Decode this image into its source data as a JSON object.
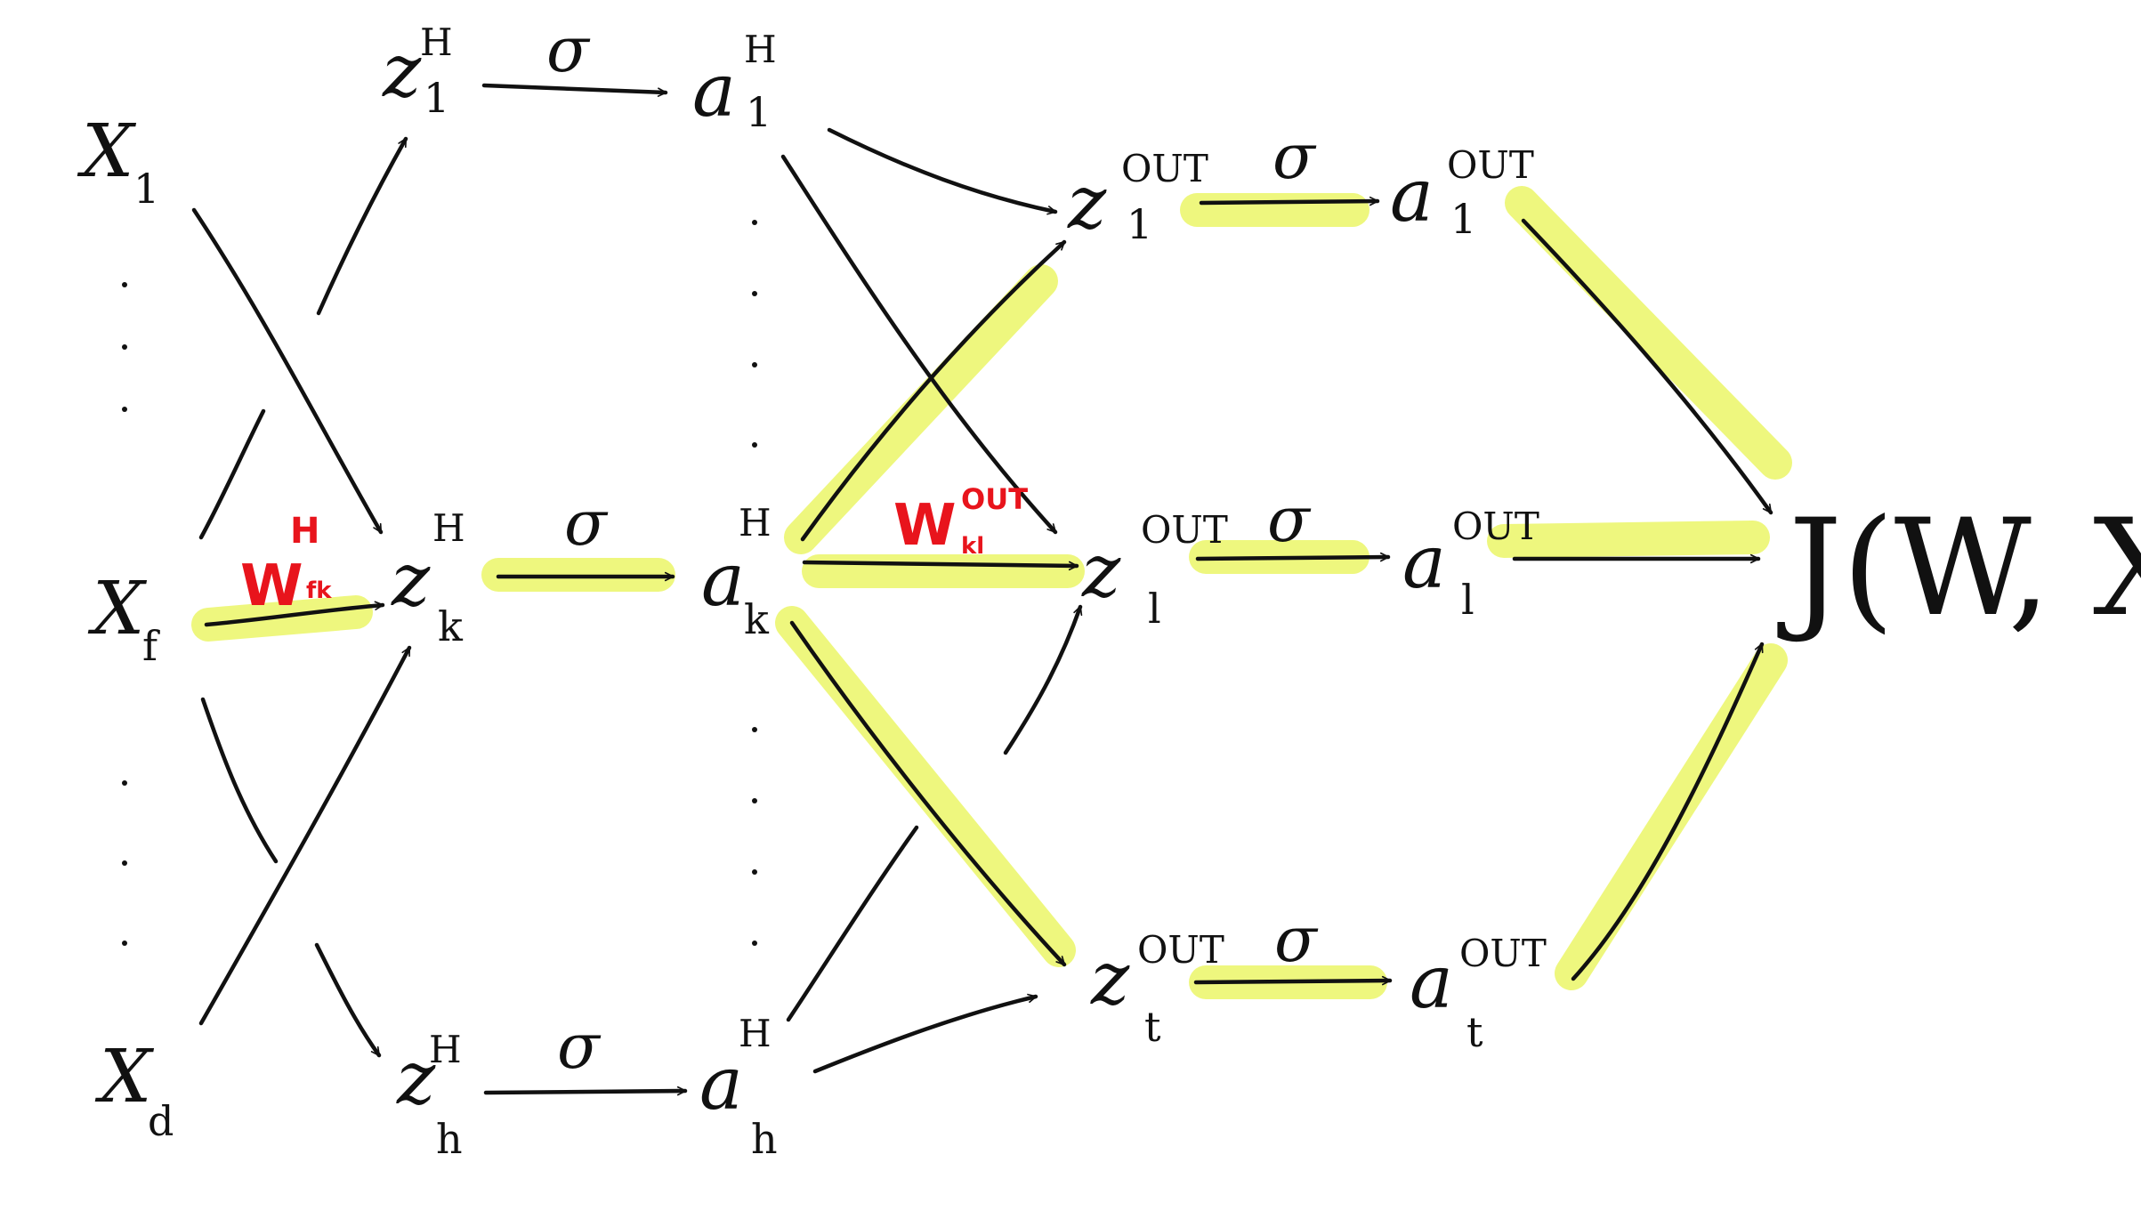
{
  "colors": {
    "ink": "#111111",
    "highlight": "#e9f55a",
    "red": "#e8141c"
  },
  "inputs": {
    "x1": {
      "base": "X",
      "sub": "1"
    },
    "xf": {
      "base": "X",
      "sub": "f"
    },
    "xd": {
      "base": "X",
      "sub": "d"
    }
  },
  "hidden": {
    "z1": {
      "base": "z",
      "sup": "H",
      "sub": "1"
    },
    "zk": {
      "base": "z",
      "sup": "H",
      "sub": "k"
    },
    "zh": {
      "base": "z",
      "sup": "H",
      "sub": "h"
    },
    "a1": {
      "base": "a",
      "sup": "H",
      "sub": "1"
    },
    "ak": {
      "base": "a",
      "sup": "H",
      "sub": "k"
    },
    "ah": {
      "base": "a",
      "sup": "H",
      "sub": "h"
    }
  },
  "output": {
    "z1": {
      "base": "z",
      "sup": "OUT",
      "sub": "1"
    },
    "zl": {
      "base": "z",
      "sup": "OUT",
      "sub": "l"
    },
    "zt": {
      "base": "z",
      "sup": "OUT",
      "sub": "t"
    },
    "a1": {
      "base": "a",
      "sup": "OUT",
      "sub": "1"
    },
    "al": {
      "base": "a",
      "sup": "OUT",
      "sub": "l"
    },
    "at": {
      "base": "a",
      "sup": "OUT",
      "sub": "t"
    }
  },
  "activation_symbol": "σ",
  "weights": {
    "w_fk": {
      "base": "W",
      "sup": "H",
      "sub": "fk"
    },
    "w_kl": {
      "base": "W",
      "sup": "OUT",
      "sub": "kl"
    }
  },
  "cost": {
    "text": "J(W, X, Y)"
  },
  "icons": {
    "edge_arrow": "arrow-icon",
    "ellipsis": "vertical-dots-icon"
  }
}
